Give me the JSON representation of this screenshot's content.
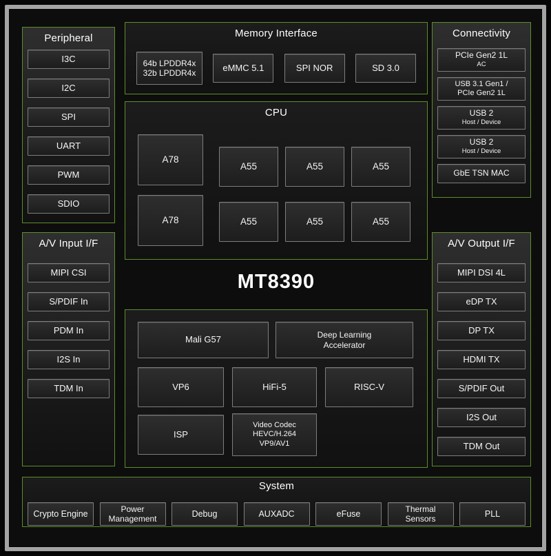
{
  "chip_name": "MT8390",
  "colors": {
    "accent_green": "#5c8f28",
    "background": "#0d0d0d",
    "frame_gray": "#a3a3a3",
    "block_border": "#7e7e7e",
    "text": "#ffffff"
  },
  "peripheral": {
    "title": "Peripheral",
    "items": [
      "I3C",
      "I2C",
      "SPI",
      "UART",
      "PWM",
      "SDIO"
    ]
  },
  "av_input": {
    "title": "A/V Input I/F",
    "items": [
      "MIPI CSI",
      "S/PDIF In",
      "PDM In",
      "I2S In",
      "TDM In"
    ]
  },
  "memory": {
    "title": "Memory Interface",
    "lpddr": {
      "line1": "64b LPDDR4x",
      "line2": "32b LPDDR4x"
    },
    "emmc": "eMMC 5.1",
    "spi_nor": "SPI NOR",
    "sd": "SD 3.0"
  },
  "cpu": {
    "title": "CPU",
    "big_cores": [
      "A78",
      "A78"
    ],
    "little_cores": [
      "A55",
      "A55",
      "A55",
      "A55",
      "A55",
      "A55"
    ]
  },
  "media": {
    "gpu": "Mali G57",
    "dla": {
      "line1": "Deep Learning",
      "line2": "Accelerator"
    },
    "vp6": "VP6",
    "hifi": "HiFi-5",
    "riscv": "RISC-V",
    "isp": "ISP",
    "codec": {
      "line1": "Video Codec",
      "line2": "HEVC/H.264",
      "line3": "VP9/AV1"
    }
  },
  "connectivity": {
    "title": "Connectivity",
    "pcie": {
      "line1": "PCIe Gen2 1L",
      "line2": "AC"
    },
    "usb31": {
      "line1": "USB 3.1 Gen1 /",
      "line2": "PCIe Gen2 1L"
    },
    "usb2a": {
      "line1": "USB 2",
      "line2": "Host / Device"
    },
    "usb2b": {
      "line1": "USB 2",
      "line2": "Host / Device"
    },
    "gbe": "GbE TSN MAC"
  },
  "av_output": {
    "title": "A/V Output I/F",
    "items": [
      "MIPI DSI 4L",
      "eDP TX",
      "DP TX",
      "HDMI TX",
      "S/PDIF Out",
      "I2S Out",
      "TDM Out"
    ]
  },
  "system": {
    "title": "System",
    "crypto": "Crypto Engine",
    "power": {
      "line1": "Power",
      "line2": "Management"
    },
    "debug": "Debug",
    "auxadc": "AUXADC",
    "efuse": "eFuse",
    "thermal": {
      "line1": "Thermal",
      "line2": "Sensors"
    },
    "pll": "PLL"
  }
}
